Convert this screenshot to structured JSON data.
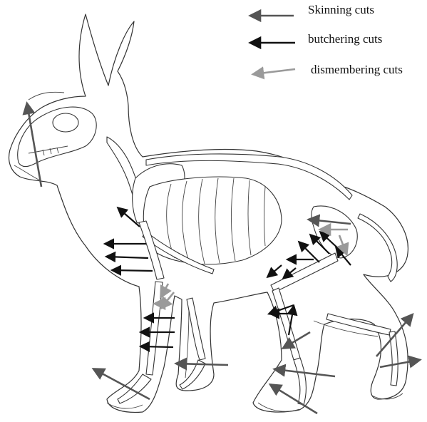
{
  "legend": {
    "skinning": {
      "label": "Skinning cuts",
      "color": "#555555"
    },
    "butchering": {
      "label": "butchering cuts",
      "color": "#111111"
    },
    "dismembering": {
      "label": "dismembering cuts",
      "color": "#9a9a9a"
    }
  },
  "cut_marks": [
    {
      "type": "skinning"
    },
    {
      "type": "skinning"
    },
    {
      "type": "skinning"
    },
    {
      "type": "skinning"
    },
    {
      "type": "skinning"
    },
    {
      "type": "skinning"
    },
    {
      "type": "skinning"
    },
    {
      "type": "skinning"
    },
    {
      "type": "skinning"
    },
    {
      "type": "butchering"
    },
    {
      "type": "butchering"
    },
    {
      "type": "butchering"
    },
    {
      "type": "butchering"
    },
    {
      "type": "butchering"
    },
    {
      "type": "butchering"
    },
    {
      "type": "butchering"
    },
    {
      "type": "butchering"
    },
    {
      "type": "butchering"
    },
    {
      "type": "butchering"
    },
    {
      "type": "butchering"
    },
    {
      "type": "butchering"
    },
    {
      "type": "butchering"
    },
    {
      "type": "butchering"
    },
    {
      "type": "butchering"
    },
    {
      "type": "butchering"
    },
    {
      "type": "butchering"
    },
    {
      "type": "butchering"
    },
    {
      "type": "dismembering"
    },
    {
      "type": "dismembering"
    },
    {
      "type": "dismembering"
    },
    {
      "type": "dismembering"
    },
    {
      "type": "dismembering"
    }
  ]
}
